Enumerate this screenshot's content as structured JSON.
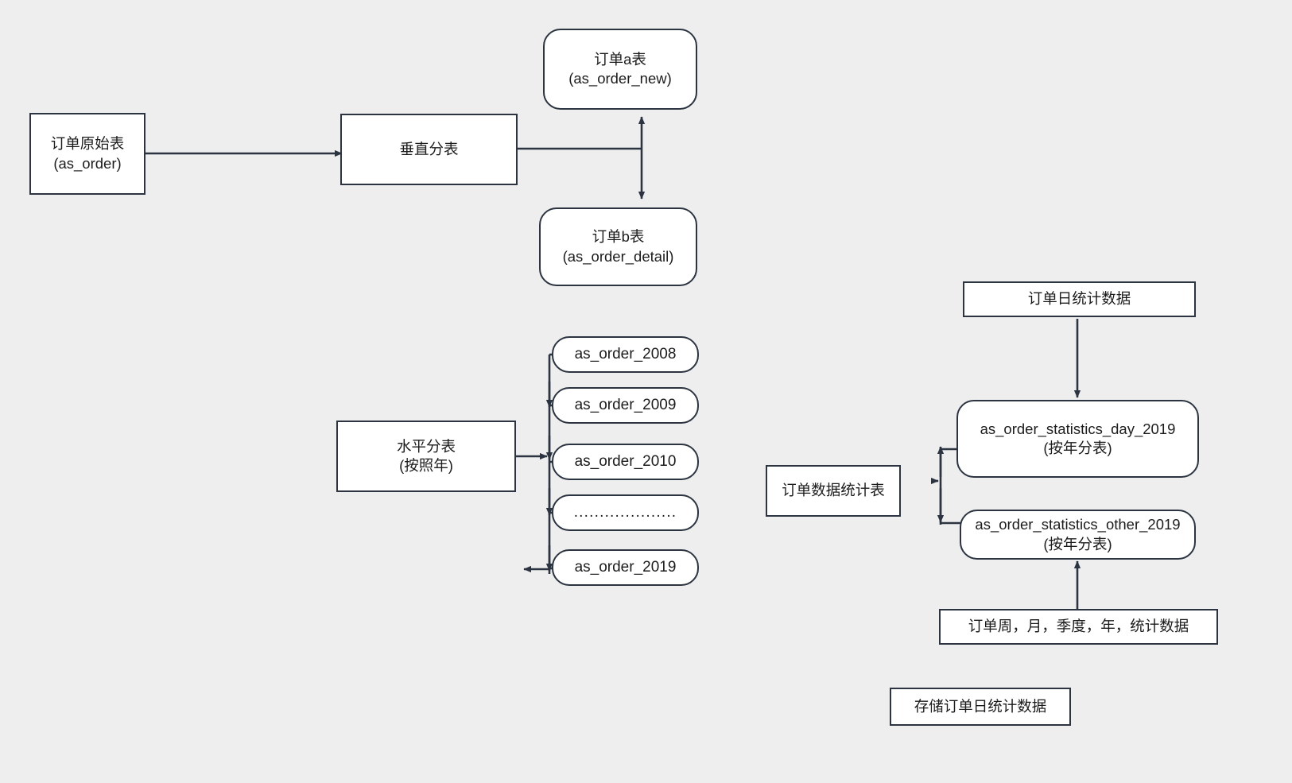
{
  "diagram": {
    "title": "订单表拆分与统计数据流程图",
    "background_color": "#eeeeee",
    "node_fill": "#ffffff",
    "stroke_color": "#2b3440",
    "text_color": "#1c1c1c"
  },
  "nodes": {
    "order_source": {
      "label": "订单原始表\n(as_order)",
      "shape": "rect"
    },
    "vertical_split": {
      "label": "垂直分表",
      "shape": "rect"
    },
    "order_a": {
      "label": "订单a表\n(as_order_new)",
      "shape": "rounded"
    },
    "order_b": {
      "label": "订单b表\n(as_order_detail)",
      "shape": "rounded"
    },
    "horizontal_split": {
      "label": "水平分表\n(按照年)",
      "shape": "rect"
    },
    "shard_2008": {
      "label": "as_order_2008",
      "shape": "rounded"
    },
    "shard_2009": {
      "label": "as_order_2009",
      "shape": "rounded"
    },
    "shard_2010": {
      "label": "as_order_2010",
      "shape": "rounded"
    },
    "shard_ellipsis": {
      "label": "....................",
      "shape": "rounded"
    },
    "shard_2019": {
      "label": "as_order_2019",
      "shape": "rounded"
    },
    "day_stat_source": {
      "label": "订单日统计数据",
      "shape": "rect"
    },
    "stat_table": {
      "label": "订单数据统计表",
      "shape": "rect"
    },
    "stat_day_2019": {
      "label": "as_order_statistics_day_2019\n(按年分表)",
      "shape": "rounded"
    },
    "stat_other_2019": {
      "label": "as_order_statistics_other_2019\n(按年分表)",
      "shape": "rounded"
    },
    "period_stat_source": {
      "label": "订单周，月，季度，年，统计数据",
      "shape": "rect"
    },
    "store_day_stat": {
      "label": "存储订单日统计数据",
      "shape": "rect"
    }
  },
  "edges": [
    {
      "name": "order-source-to-vertical-split",
      "from": "order_source",
      "to": "vertical_split",
      "arrow": "end"
    },
    {
      "name": "vertical-split-to-order-a",
      "from": "vertical_split",
      "to": "order_a",
      "arrow": "end"
    },
    {
      "name": "vertical-split-to-order-b",
      "from": "vertical_split",
      "to": "order_b",
      "arrow": "end"
    },
    {
      "name": "horizontal-split-to-shards",
      "from": "horizontal_split",
      "to": "shard_2010",
      "arrow": "end"
    },
    {
      "name": "shards-trunk-to-2008",
      "from": "horizontal_split",
      "to": "shard_2008",
      "arrow": "end"
    },
    {
      "name": "shards-trunk-to-2009",
      "from": "horizontal_split",
      "to": "shard_2009",
      "arrow": "end"
    },
    {
      "name": "shards-trunk-to-ellipsis",
      "from": "horizontal_split",
      "to": "shard_ellipsis",
      "arrow": "end"
    },
    {
      "name": "shards-trunk-to-2019",
      "from": "horizontal_split",
      "to": "shard_2019",
      "arrow": "end"
    },
    {
      "name": "day-stat-source-to-stat-day-2019",
      "from": "day_stat_source",
      "to": "stat_day_2019",
      "arrow": "end"
    },
    {
      "name": "stat-table-to-stat-shards",
      "from": "stat_table",
      "to": "stat_day_2019",
      "arrow": "end"
    },
    {
      "name": "stat-trunk-to-other-2019",
      "from": "stat_table",
      "to": "stat_other_2019",
      "arrow": "end"
    },
    {
      "name": "period-stat-source-to-stat-other-2019",
      "from": "period_stat_source",
      "to": "stat_other_2019",
      "arrow": "end"
    }
  ]
}
